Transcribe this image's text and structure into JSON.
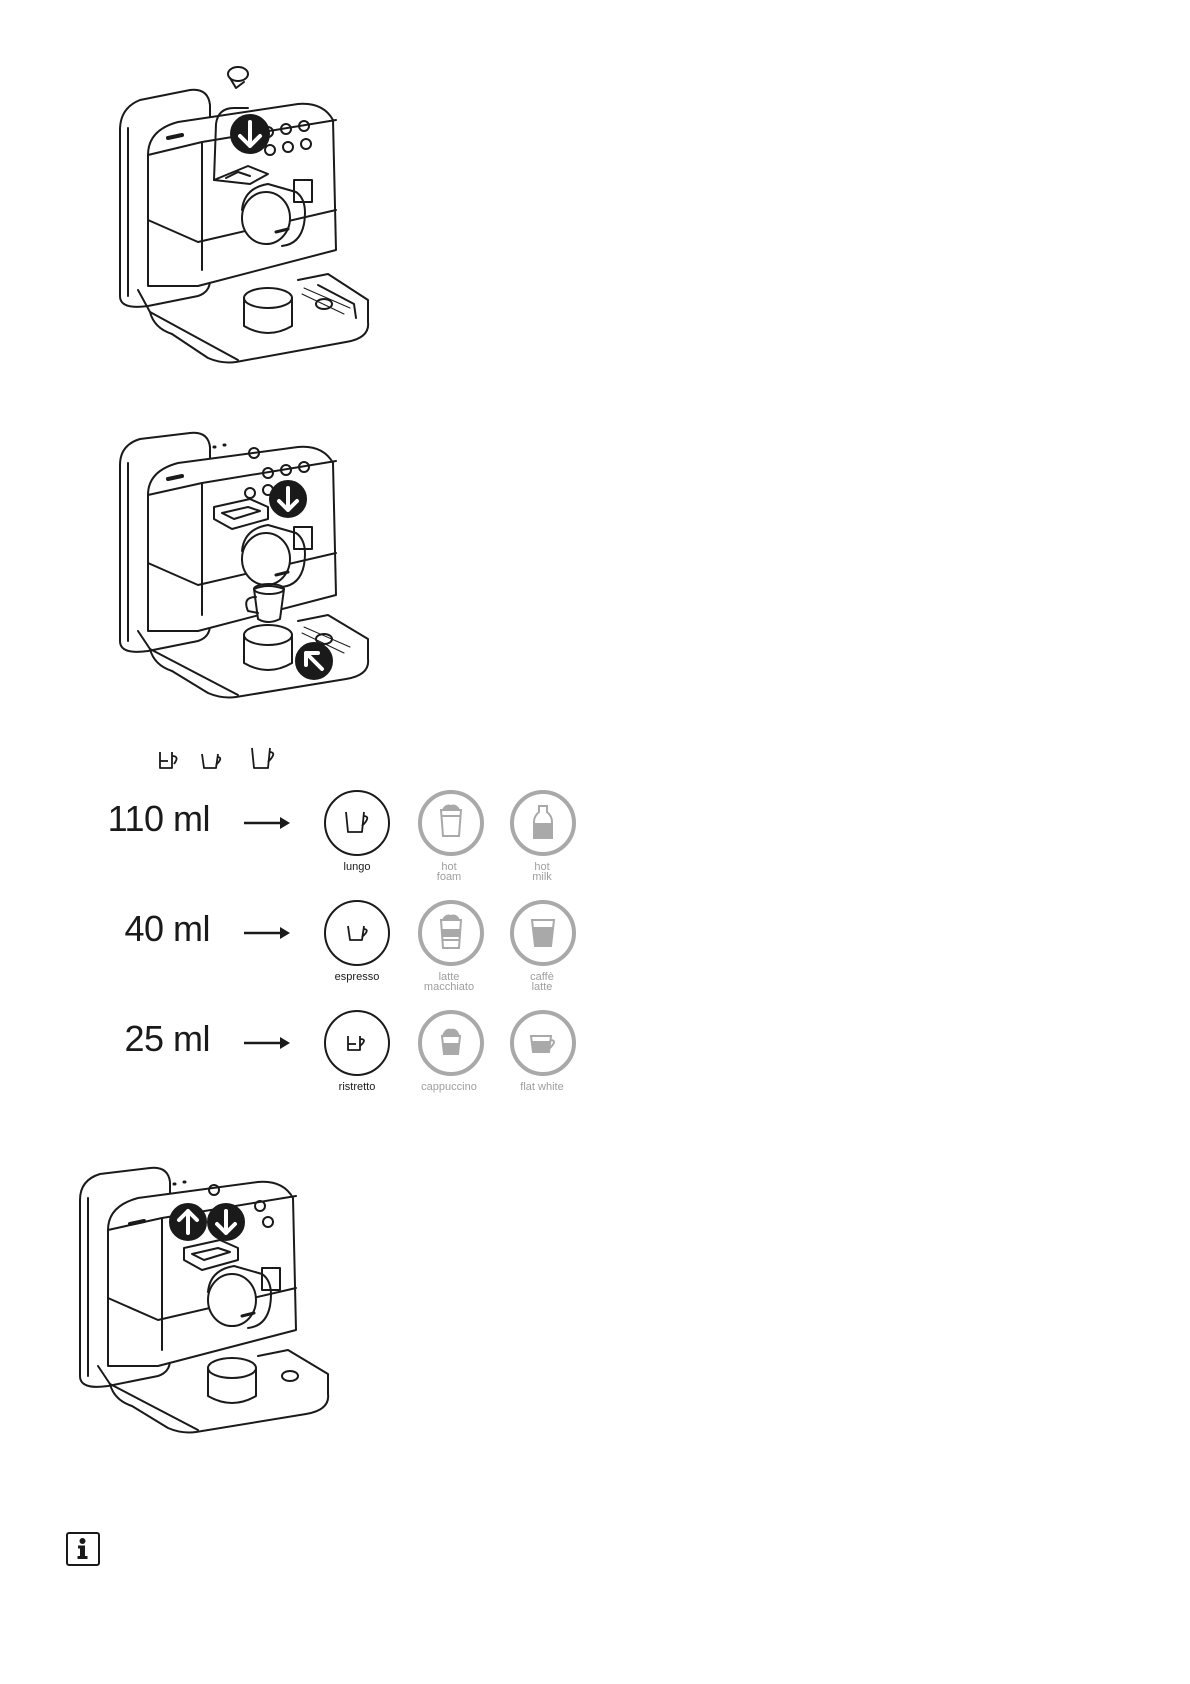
{
  "figures": [
    {
      "id": "machine-insert-capsule",
      "arrows": [
        "down"
      ]
    },
    {
      "id": "machine-brew",
      "arrows": [
        "down",
        "up-left"
      ]
    },
    {
      "id": "machine-program",
      "arrows": [
        "up",
        "down"
      ]
    }
  ],
  "cup_legend": [
    "ristretto-cup-icon",
    "espresso-cup-icon",
    "lungo-cup-icon"
  ],
  "recipe_grid": {
    "rows": [
      {
        "volume": "110 ml",
        "items": [
          {
            "label": "lungo",
            "active": true,
            "icon": "lungo-cup-icon"
          },
          {
            "label": "hot\nfoam",
            "active": false,
            "icon": "hot-foam-icon"
          },
          {
            "label": "hot\nmilk",
            "active": false,
            "icon": "hot-milk-icon"
          }
        ]
      },
      {
        "volume": "40 ml",
        "items": [
          {
            "label": "espresso",
            "active": true,
            "icon": "espresso-cup-icon"
          },
          {
            "label": "latte\nmacchiato",
            "active": false,
            "icon": "latte-macchiato-icon"
          },
          {
            "label": "caffè\nlatte",
            "active": false,
            "icon": "caffe-latte-icon"
          }
        ]
      },
      {
        "volume": "25 ml",
        "items": [
          {
            "label": "ristretto",
            "active": true,
            "icon": "ristretto-cup-icon"
          },
          {
            "label": "cappuccino",
            "active": false,
            "icon": "cappuccino-icon"
          },
          {
            "label": "flat white",
            "active": false,
            "icon": "flat-white-icon"
          }
        ]
      }
    ]
  },
  "info_icon": "info-icon",
  "colors": {
    "ink": "#1a1a1a",
    "inactive": "#a9a9a9"
  }
}
